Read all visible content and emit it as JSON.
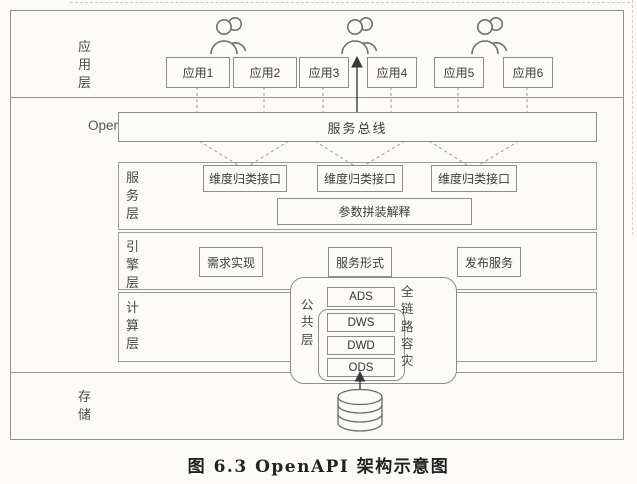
{
  "diagram": {
    "caption": "图 6.3  OpenAPI 架构示意图",
    "layers": {
      "app": "应用层",
      "openapi": "OpenAPI",
      "service": "服务层",
      "engine": "引擎层",
      "compute": "计算层",
      "storage": "存储"
    },
    "apps": [
      {
        "label": "应用1"
      },
      {
        "label": "应用2"
      },
      {
        "label": "应用3"
      },
      {
        "label": "应用4"
      },
      {
        "label": "应用5"
      },
      {
        "label": "应用6"
      }
    ],
    "bus_label": "服务总线",
    "interfaces": [
      "维度归类接口",
      "维度归类接口",
      "维度归类接口"
    ],
    "param_box": "参数拼装解释",
    "engine_boxes": [
      "需求实现",
      "服务形式",
      "发布服务"
    ],
    "common": {
      "label": "公共层",
      "stack": [
        "ADS",
        "DWS",
        "DWD",
        "ODS"
      ],
      "right_label": "全链路容灾"
    },
    "icons": {
      "users": "users-icon",
      "database": "database-icon",
      "up_arrow": "up-arrow-icon"
    },
    "colors": {
      "border": "#8f8f8f",
      "dashed_line": "#9b9b9b",
      "arrow": "#3a3a3a",
      "background": "#fbfaf6",
      "text": "#3c3c3c"
    }
  }
}
